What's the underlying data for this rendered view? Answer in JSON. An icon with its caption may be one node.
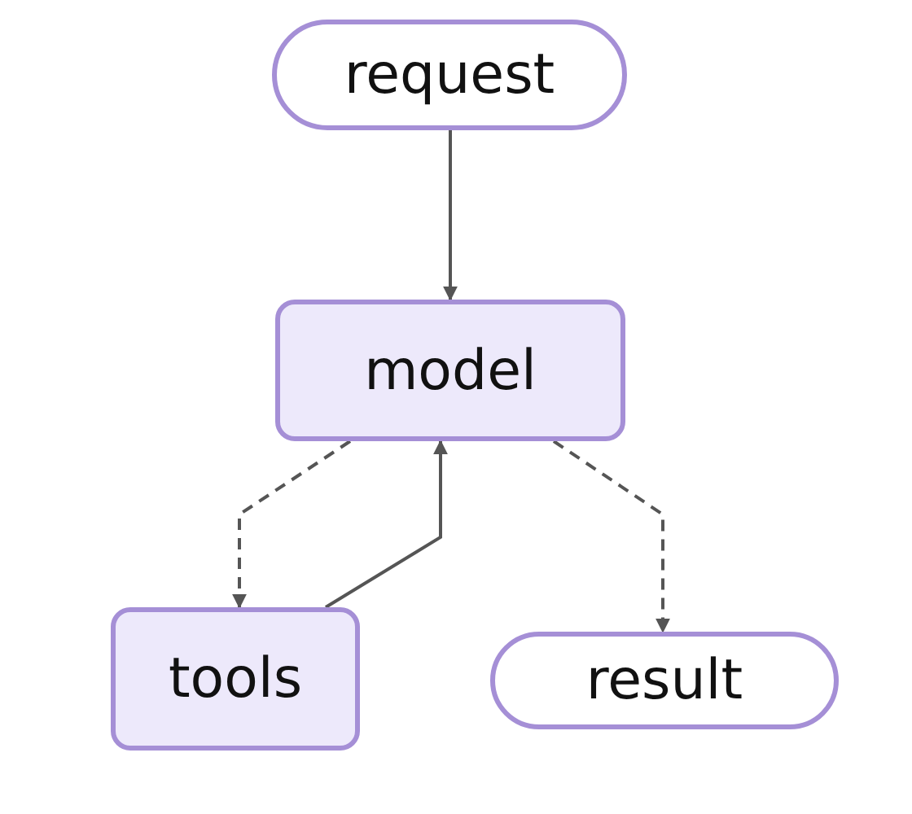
{
  "diagram": {
    "nodes": [
      {
        "text": [
          "request"
        ]
      },
      {
        "text": [
          "model"
        ]
      },
      {
        "text": [
          "tools"
        ]
      },
      {
        "text": [
          "result"
        ]
      }
    ],
    "edges": [
      {
        "from": 0,
        "to": 1,
        "arrow": "to"
      },
      {
        "from": 1,
        "to": 2,
        "arrow": "to",
        "style": "dashed"
      },
      {
        "from": 2,
        "to": 1,
        "arrow": "to"
      },
      {
        "from": 1,
        "to": 3,
        "arrow": "to",
        "style": "dashed"
      }
    ]
  }
}
